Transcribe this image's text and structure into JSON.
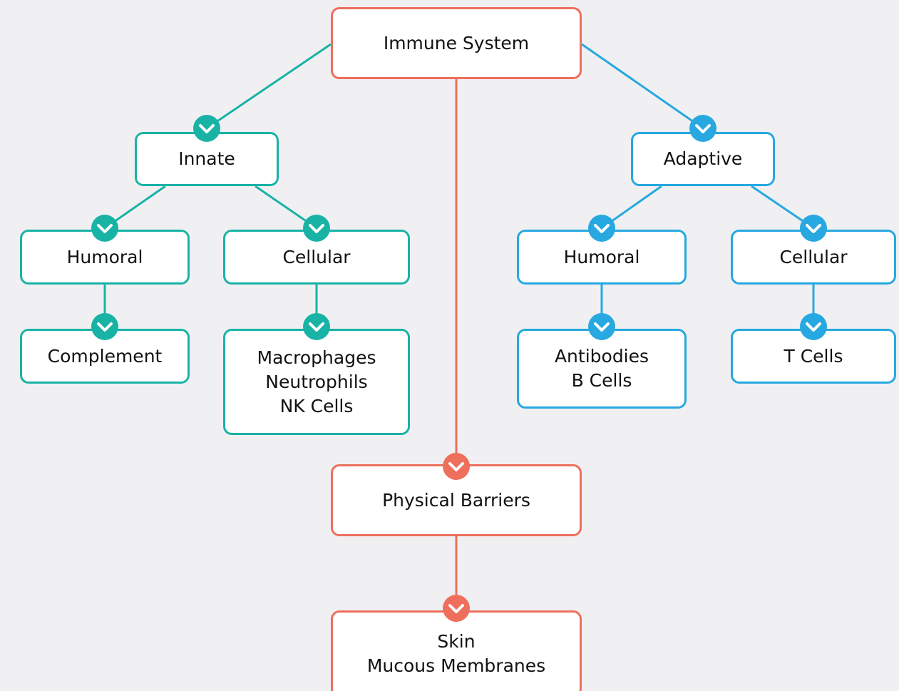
{
  "colors": {
    "innate": "#19b3a6",
    "adaptive": "#27a8e0",
    "barriers": "#ee6f5c",
    "background": "#f0f0f2"
  },
  "nodes": {
    "immune_system": {
      "lines": [
        "Immune System"
      ]
    },
    "innate": {
      "lines": [
        "Innate"
      ]
    },
    "adaptive": {
      "lines": [
        "Adaptive"
      ]
    },
    "innate_humoral": {
      "lines": [
        "Humoral"
      ]
    },
    "innate_cellular": {
      "lines": [
        "Cellular"
      ]
    },
    "adaptive_humoral": {
      "lines": [
        "Humoral"
      ]
    },
    "adaptive_cellular": {
      "lines": [
        "Cellular"
      ]
    },
    "complement": {
      "lines": [
        "Complement"
      ]
    },
    "innate_cells": {
      "lines": [
        "Macrophages",
        "Neutrophils",
        "NK Cells"
      ]
    },
    "antibodies": {
      "lines": [
        "Antibodies",
        "B Cells"
      ]
    },
    "t_cells": {
      "lines": [
        "T Cells"
      ]
    },
    "physical_barriers": {
      "lines": [
        "Physical Barriers"
      ]
    },
    "skin": {
      "lines": [
        "Skin",
        "Mucous Membranes"
      ]
    }
  },
  "edges": [
    {
      "from": "immune_system",
      "to": "innate",
      "color": "innate"
    },
    {
      "from": "immune_system",
      "to": "adaptive",
      "color": "adaptive"
    },
    {
      "from": "immune_system",
      "to": "physical_barriers",
      "color": "barriers"
    },
    {
      "from": "innate",
      "to": "innate_humoral",
      "color": "innate"
    },
    {
      "from": "innate",
      "to": "innate_cellular",
      "color": "innate"
    },
    {
      "from": "innate_humoral",
      "to": "complement",
      "color": "innate"
    },
    {
      "from": "innate_cellular",
      "to": "innate_cells",
      "color": "innate"
    },
    {
      "from": "adaptive",
      "to": "adaptive_humoral",
      "color": "adaptive"
    },
    {
      "from": "adaptive",
      "to": "adaptive_cellular",
      "color": "adaptive"
    },
    {
      "from": "adaptive_humoral",
      "to": "antibodies",
      "color": "adaptive"
    },
    {
      "from": "adaptive_cellular",
      "to": "t_cells",
      "color": "adaptive"
    },
    {
      "from": "physical_barriers",
      "to": "skin",
      "color": "barriers"
    }
  ],
  "badge_icon": "chevron-down-icon"
}
